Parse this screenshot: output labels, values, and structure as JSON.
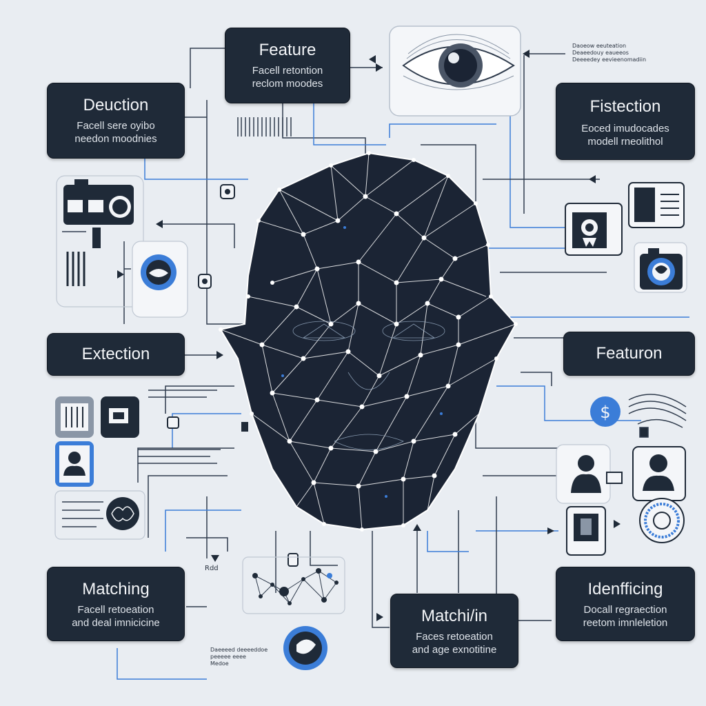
{
  "cards": {
    "feature": {
      "title": "Feature",
      "line1": "Facell retontion",
      "line2": "reclom moodes"
    },
    "deduction": {
      "title": "Deuction",
      "line1": "Facell sere oyibo",
      "line2": "needon moodnies"
    },
    "fistection": {
      "title": "Fistection",
      "line1": "Eoced imudocades",
      "line2": "modell rneolithol"
    },
    "extection": {
      "title": "Extection"
    },
    "featuron": {
      "title": "Featuron"
    },
    "matching": {
      "title": "Matching",
      "line1": "Facell retoeation",
      "line2": "and deal imnicicine"
    },
    "matchiin": {
      "title": "Matchi/in",
      "line1": "Faces retoeation",
      "line2": "and age exnotitine"
    },
    "idenfficing": {
      "title": "Idenfficing",
      "line1": "Docall regraection",
      "line2": "reetom imnleletion"
    }
  },
  "notes": {
    "top_right": [
      "Daoeow eeuteation",
      "Deaeedouy eaueeos",
      "Deeeedey eevieenomadiin"
    ],
    "bottom_left": [
      "Daeeeed deeeeddoe",
      "peeeee eeee",
      "Medoe"
    ],
    "small_label": "Rdd"
  },
  "colors": {
    "background": "#e9edf2",
    "card": "#1f2a38",
    "face": "#1b2434",
    "accent": "#3b7dd8",
    "line": "#2f3b4c"
  }
}
